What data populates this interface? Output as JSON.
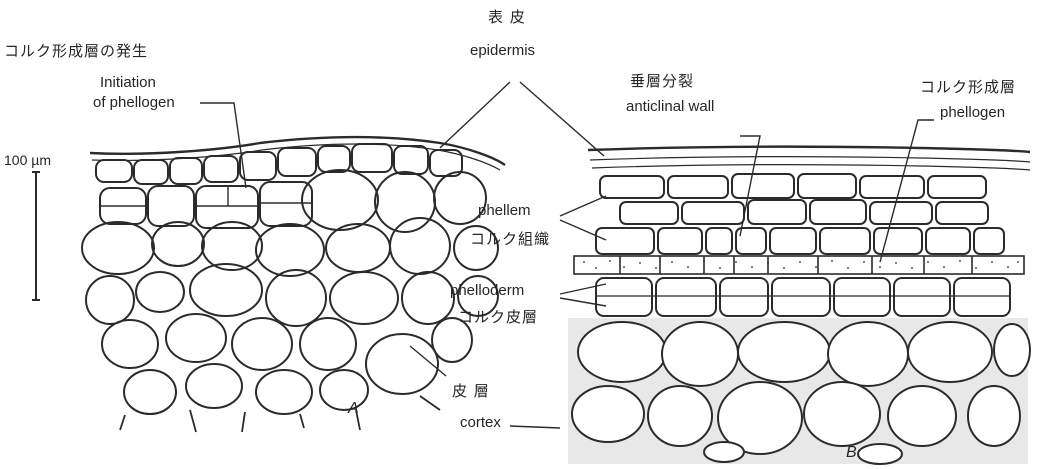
{
  "labels": {
    "phellogen_origin_jp": "コルク形成層の発生",
    "phellogen_origin_en_1": "Initiation",
    "phellogen_origin_en_2": "of phellogen",
    "epidermis_jp": "表 皮",
    "epidermis_en": "epidermis",
    "anticlinal_jp": "垂層分裂",
    "anticlinal_en": "anticlinal wall",
    "phellogen_jp": "コルク形成層",
    "phellogen_en": "phellogen",
    "scale": "100 µm",
    "phellem_en": "phellem",
    "phellem_jp": "コルク組織",
    "phelloderm_en": "phelloderm",
    "phelloderm_jp": "コルク皮層",
    "cortex_jp": "皮 層",
    "cortex_en": "cortex",
    "panel_a": "A",
    "panel_b": "B"
  },
  "colors": {
    "ink": "#2b2b2b",
    "background": "#ffffff",
    "stipple": "#555555"
  }
}
